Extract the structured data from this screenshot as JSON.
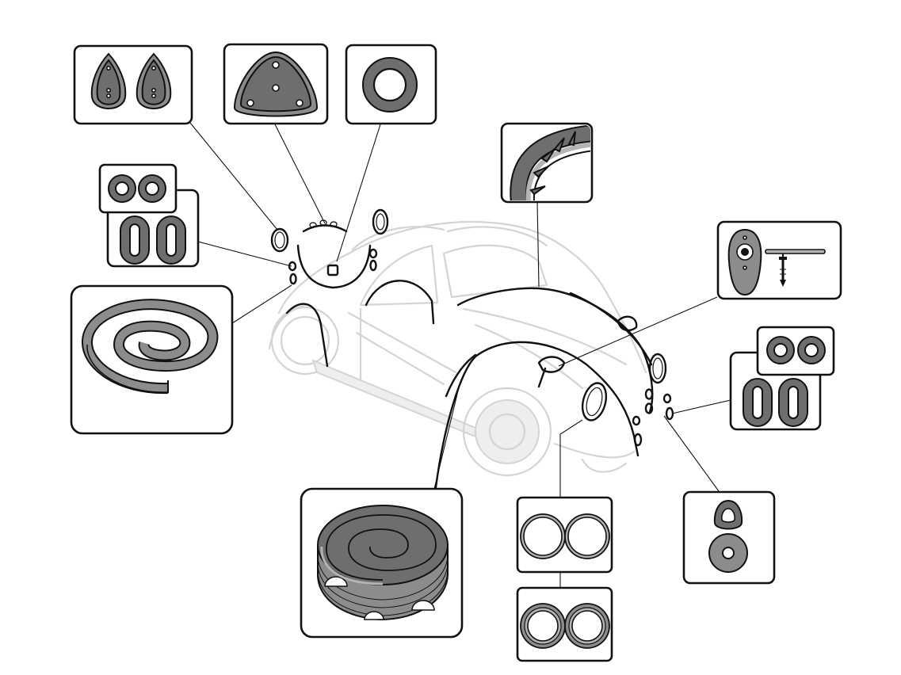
{
  "diagram": {
    "subject": "car-body-rubber-seal-parts",
    "colors": {
      "outline": "#111111",
      "ghost_car": "#d6d6d6",
      "rubber_dark": "#6e6e6e",
      "rubber_mid": "#8c8c8c",
      "rubber_light": "#b4b4b4",
      "panel_fill": "#ffffff"
    },
    "callouts": [
      {
        "id": "rear-light-gaskets",
        "icon": "teardrop-gasket-pair-icon"
      },
      {
        "id": "third-brake-gasket",
        "icon": "rounded-triangle-gasket-icon"
      },
      {
        "id": "rear-grommet",
        "icon": "ring-grommet-icon"
      },
      {
        "id": "rear-small-grommets",
        "icon": "round-grommet-pair-icon"
      },
      {
        "id": "rear-oval-grommets",
        "icon": "oval-grommet-pair-icon"
      },
      {
        "id": "rear-fender-beading-roll",
        "icon": "flat-spiral-beading-icon"
      },
      {
        "id": "front-fender-beading-detail",
        "icon": "fender-beading-detail-icon"
      },
      {
        "id": "horn-grille-seal",
        "icon": "horn-seal-with-bolt-icon"
      },
      {
        "id": "front-small-grommets",
        "icon": "round-grommet-pair-icon"
      },
      {
        "id": "front-oval-grommets",
        "icon": "oval-grommet-pair-icon"
      },
      {
        "id": "front-fender-beading-roll",
        "icon": "stacked-spiral-beading-icon"
      },
      {
        "id": "headlight-seals-thin",
        "icon": "thin-ring-pair-icon"
      },
      {
        "id": "headlight-seals-thick",
        "icon": "thick-ring-pair-icon"
      },
      {
        "id": "turn-signal-seals",
        "icon": "signal-seal-set-icon"
      }
    ]
  }
}
